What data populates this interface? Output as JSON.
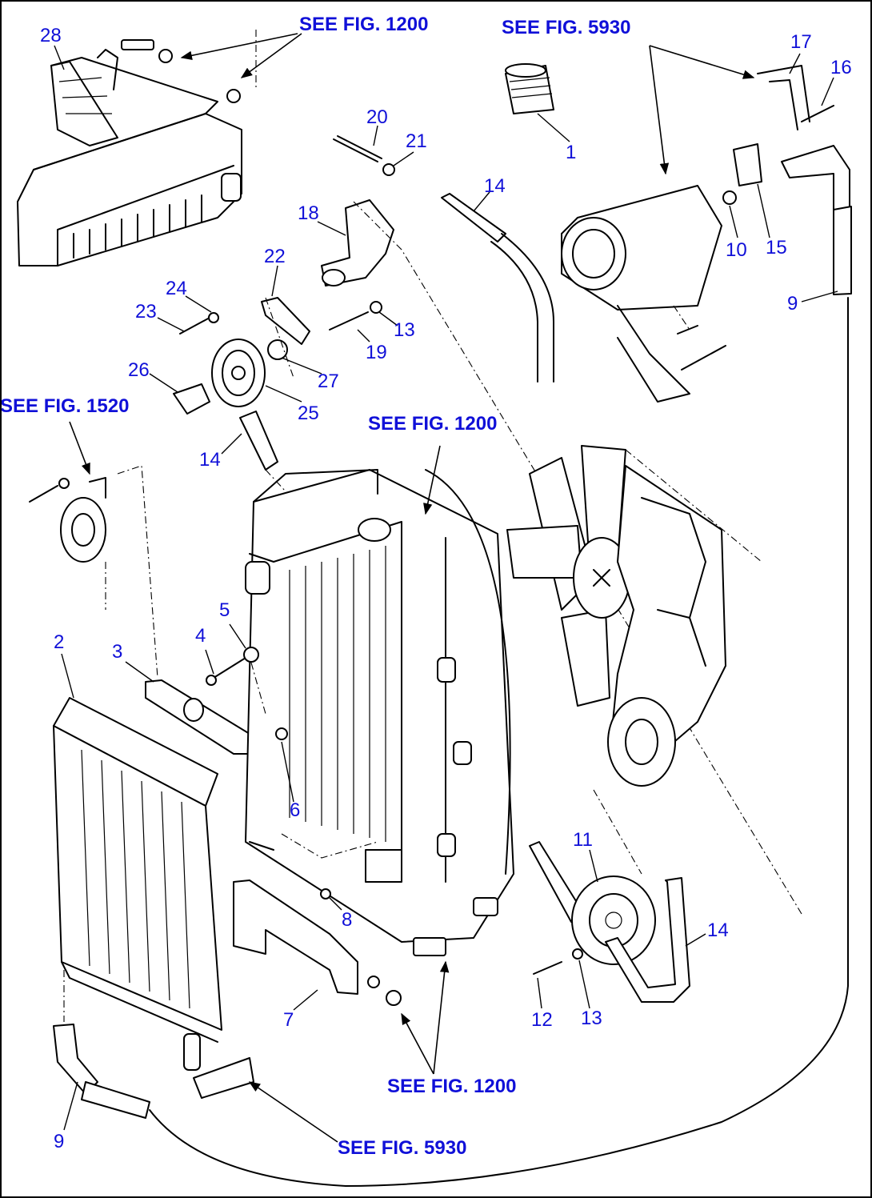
{
  "references": {
    "fig1200_top": "SEE FIG. 1200",
    "fig5930_top": "SEE FIG. 5930",
    "fig1520": "SEE FIG. 1520",
    "fig1200_mid": "SEE FIG. 1200",
    "fig1200_bottom": "SEE FIG. 1200",
    "fig5930_bottom": "SEE FIG. 5930"
  },
  "callouts": {
    "c1": "1",
    "c2": "2",
    "c3": "3",
    "c4": "4",
    "c5": "5",
    "c6": "6",
    "c7": "7",
    "c8": "8",
    "c9a": "9",
    "c9b": "9",
    "c10": "10",
    "c11": "11",
    "c12": "12",
    "c13a": "13",
    "c13b": "13",
    "c14a": "14",
    "c14b": "14",
    "c14c": "14",
    "c15": "15",
    "c16": "16",
    "c17": "17",
    "c18": "18",
    "c19": "19",
    "c20": "20",
    "c21": "21",
    "c22": "22",
    "c23": "23",
    "c24": "24",
    "c25": "25",
    "c26": "26",
    "c27": "27",
    "c28": "28"
  },
  "colors": {
    "label": "#1010d8",
    "line": "#000000",
    "background": "#ffffff"
  }
}
